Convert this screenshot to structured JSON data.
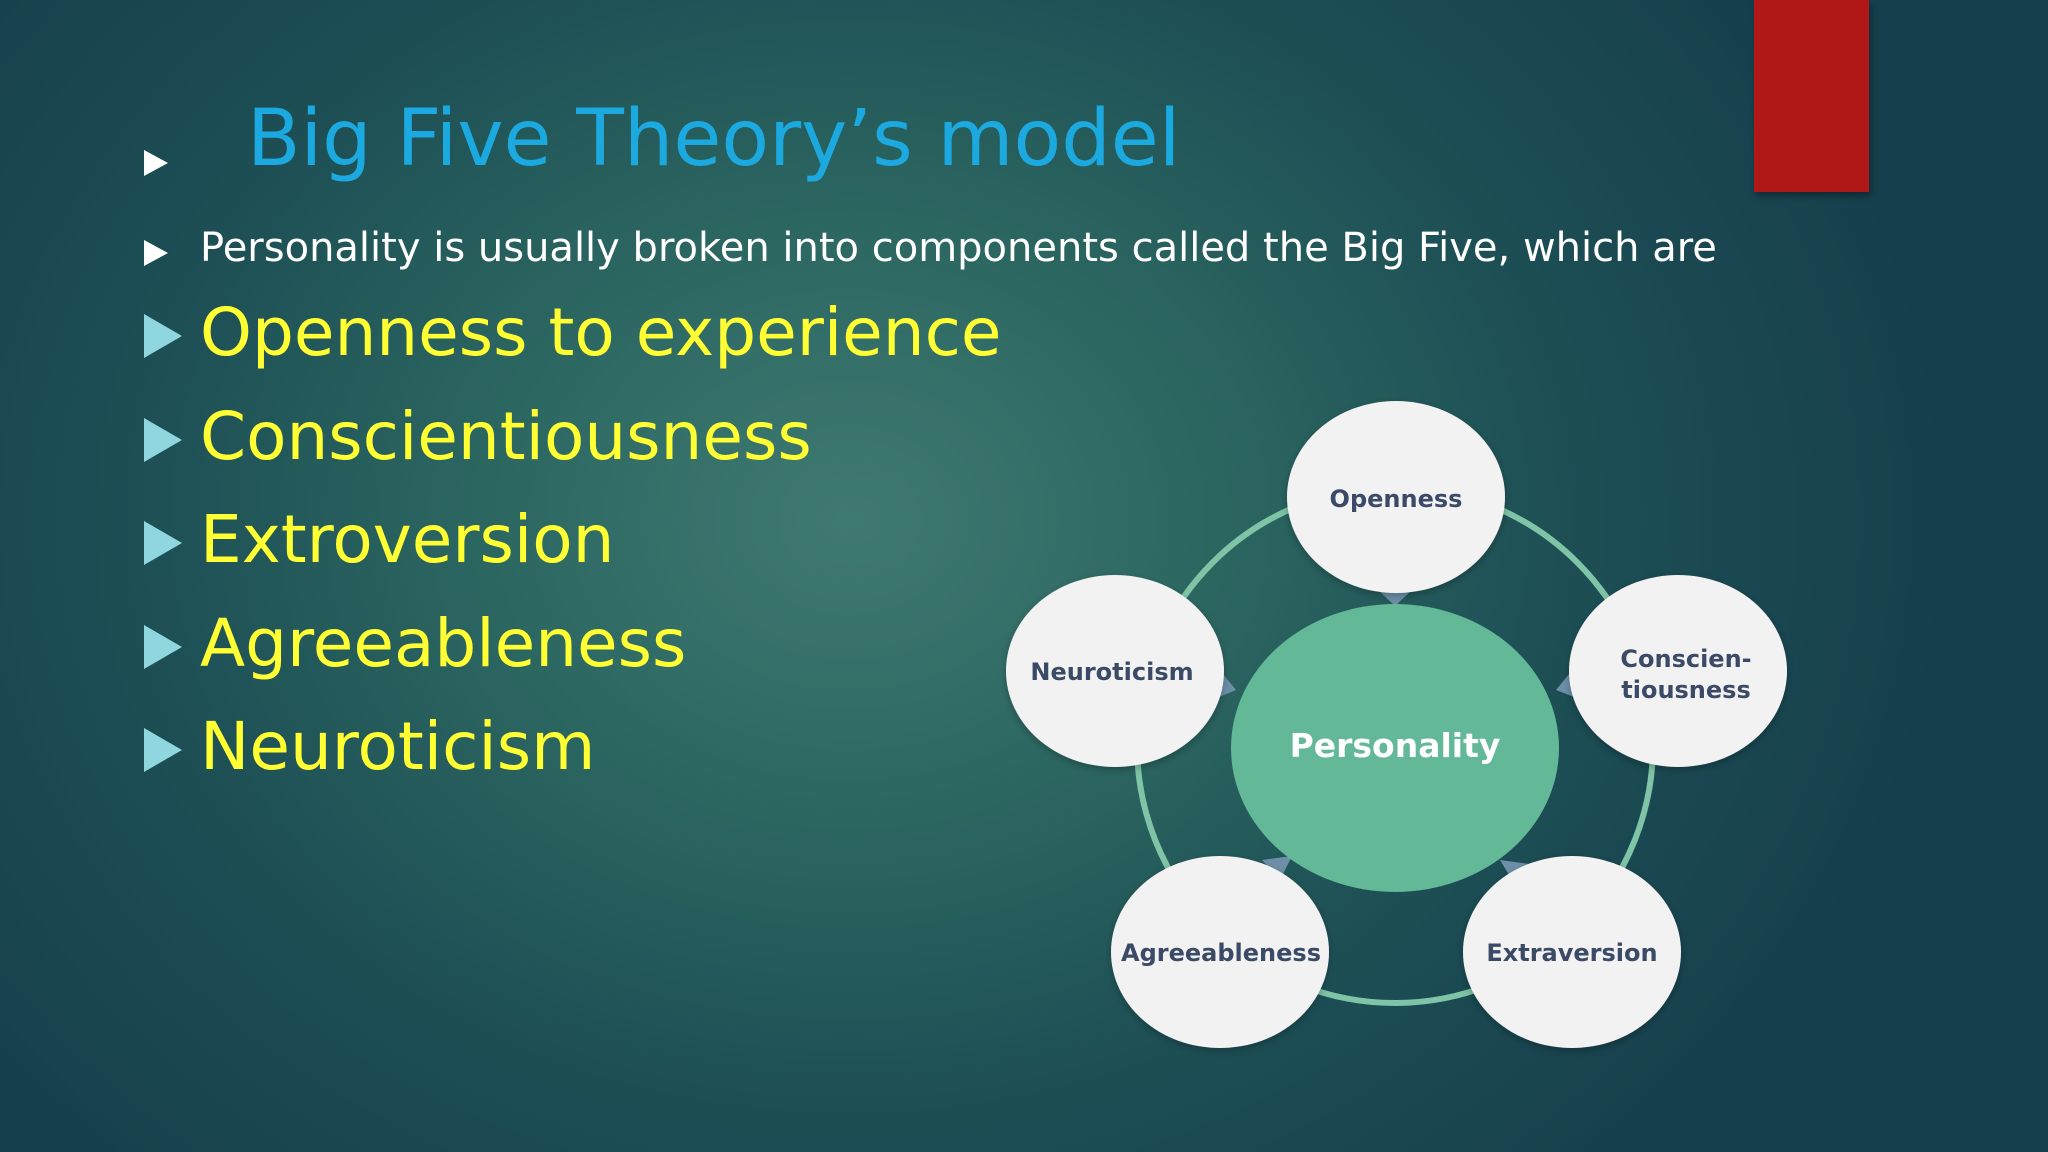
{
  "slide": {
    "title": "Big Five Theory’s model",
    "intro": "Personality is usually broken into components called the Big Five, which are",
    "traits": [
      "Openness to experience",
      "Conscientiousness",
      " Extroversion",
      "Agreeableness",
      "Neuroticism"
    ]
  },
  "diagram": {
    "center": "Personality",
    "nodes": {
      "openness": "Openness",
      "conscientiousness_line1": "Conscien-",
      "conscientiousness_line2": "tiousness",
      "extraversion": "Extraversion",
      "agreeableness": "Agreeableness",
      "neuroticism": "Neuroticism"
    }
  },
  "colors": {
    "title": "#1ba9e0",
    "intro": "#ffffff",
    "traits": "#ffff33",
    "accent_bar": "#b01717",
    "center_circle": "#62b897",
    "node_fill": "#f2f2f2",
    "ring": "#7fc4a6"
  }
}
